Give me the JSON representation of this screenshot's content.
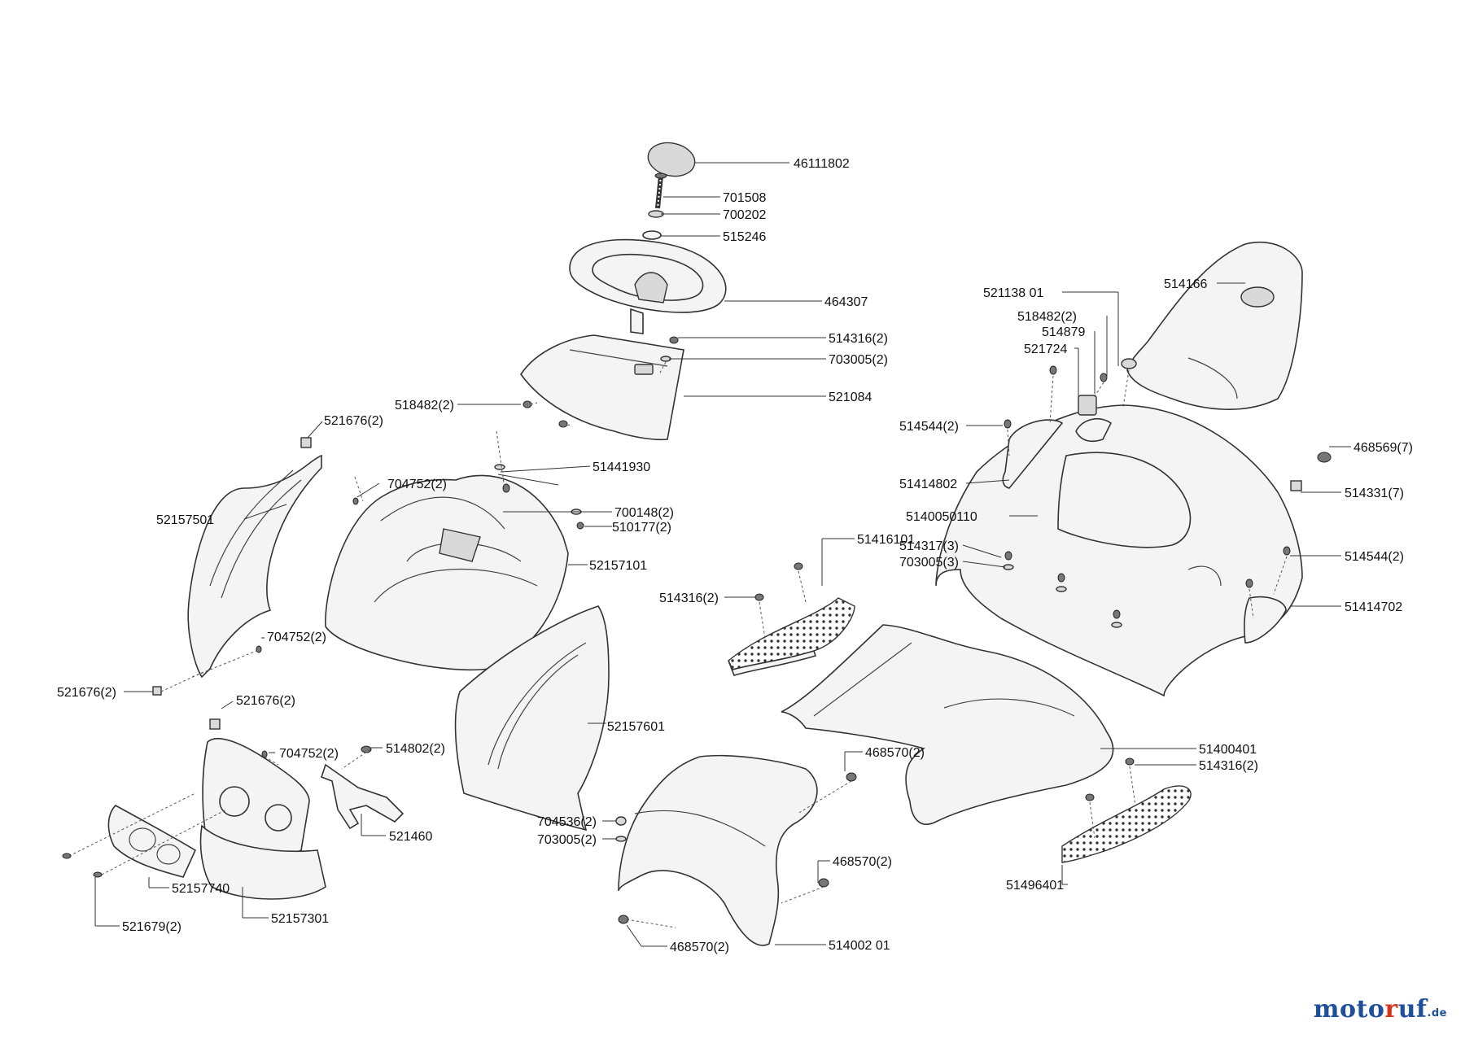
{
  "brand": {
    "part1": "moto",
    "part2": "r",
    "part3": "uf",
    "tld": ".de"
  },
  "callouts": [
    "46111802",
    "701508",
    "700202",
    "515246",
    "464307",
    "514316(2)",
    "703005(2)",
    "521084",
    "518482(2)",
    "521676(2)",
    "51441930",
    "704752(2)",
    "52157501",
    "700148(2)",
    "510177(2)",
    "52157101",
    "704752(2)",
    "521676(2)",
    "521676(2)",
    "704752(2)",
    "514802(2)",
    "52157601",
    "521460",
    "52157740",
    "52157301",
    "521679(2)",
    "704536(2)",
    "703005(2)",
    "468570(2)",
    "468570(2)",
    "468570(2)",
    "514002 01",
    "514316(2)",
    "51416101",
    "514317(3)",
    "703005(3)",
    "514544(2)",
    "51414802",
    "5140050110",
    "521138 01",
    "518482(2)",
    "514879",
    "521724",
    "514166",
    "468569(7)",
    "514331(7)",
    "514544(2)",
    "51414702",
    "51400401",
    "514316(2)",
    "51496401"
  ]
}
